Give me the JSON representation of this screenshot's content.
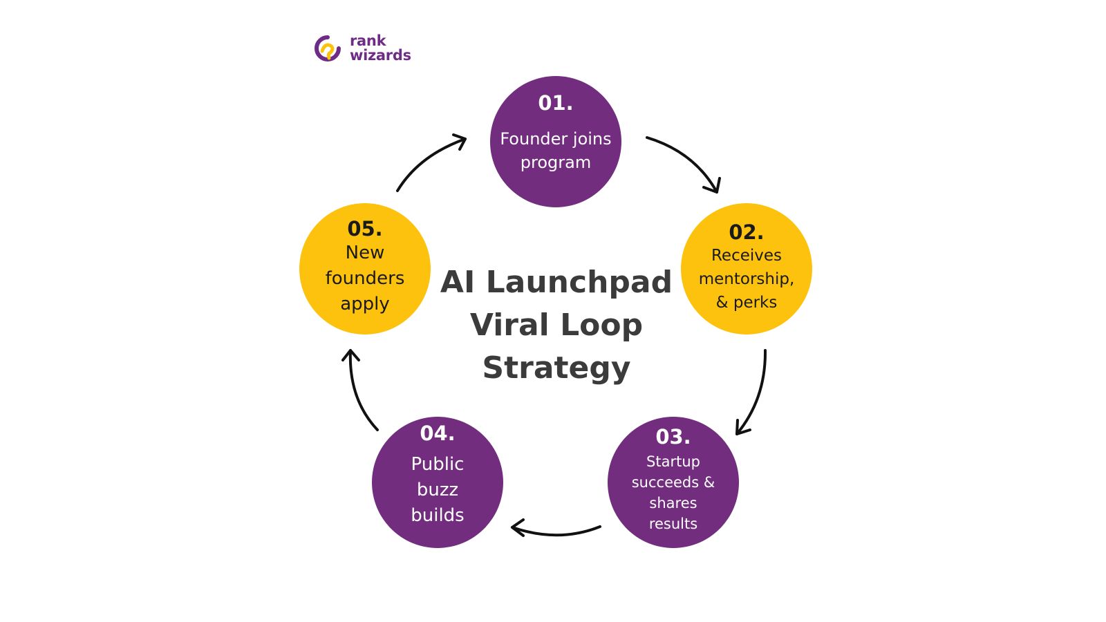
{
  "logo": {
    "line1": "rank",
    "line2": "wizards",
    "brand_color": "#6f2c86",
    "accent_color": "#fdc20e"
  },
  "title": "AI Launchpad\nViral Loop\nStrategy",
  "colors": {
    "purple": "#722d7e",
    "yellow": "#fdc20e",
    "title": "#3b3b3b",
    "arrow": "#111111"
  },
  "steps": [
    {
      "number": "01.",
      "label": "Founder joins\nprogram",
      "color": "purple"
    },
    {
      "number": "02.",
      "label": "Receives\nmentorship,\n& perks",
      "color": "yellow"
    },
    {
      "number": "03.",
      "label": "Startup\nsucceeds &\nshares\nresults",
      "color": "purple"
    },
    {
      "number": "04.",
      "label": "Public\nbuzz\nbuilds",
      "color": "purple"
    },
    {
      "number": "05.",
      "label": "New\nfounders\napply",
      "color": "yellow"
    }
  ]
}
